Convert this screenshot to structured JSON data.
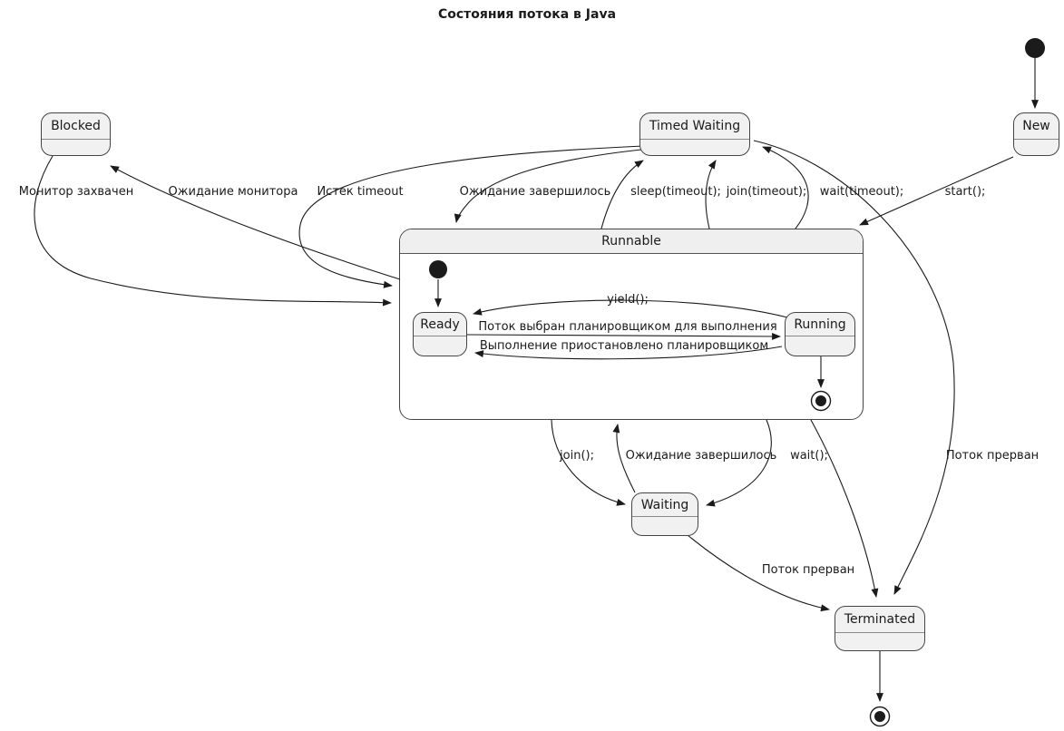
{
  "title": "Состояния потока в Java",
  "colors": {
    "state_fill": "#f1f1f1",
    "state_border": "#454545",
    "edge": "#1a1a1a",
    "background": "#ffffff"
  },
  "states": {
    "new": "New",
    "blocked": "Blocked",
    "timed_waiting": "Timed Waiting",
    "runnable": "Runnable",
    "ready": "Ready",
    "running": "Running",
    "waiting": "Waiting",
    "terminated": "Terminated"
  },
  "edges": {
    "start": "start();",
    "monitor_acquired": "Монитор захвачен",
    "monitor_wait": "Ожидание монитора",
    "timeout_expired": "Истек timeout",
    "wait_finished_timed": "Ожидание завершилось",
    "sleep_timeout": "sleep(timeout);",
    "join_timeout": "join(timeout);",
    "wait_timeout": "wait(timeout);",
    "yield": "yield();",
    "scheduler_selected": "Поток выбран планировщиком для выполнения",
    "scheduler_suspended": "Выполнение приостановлено планировщиком",
    "join": "join();",
    "wait_finished_waiting": "Ожидание завершилось",
    "wait": "wait();",
    "interrupted_from_waiting": "Поток прерван",
    "interrupted_from_timed": "Поток прерван"
  }
}
